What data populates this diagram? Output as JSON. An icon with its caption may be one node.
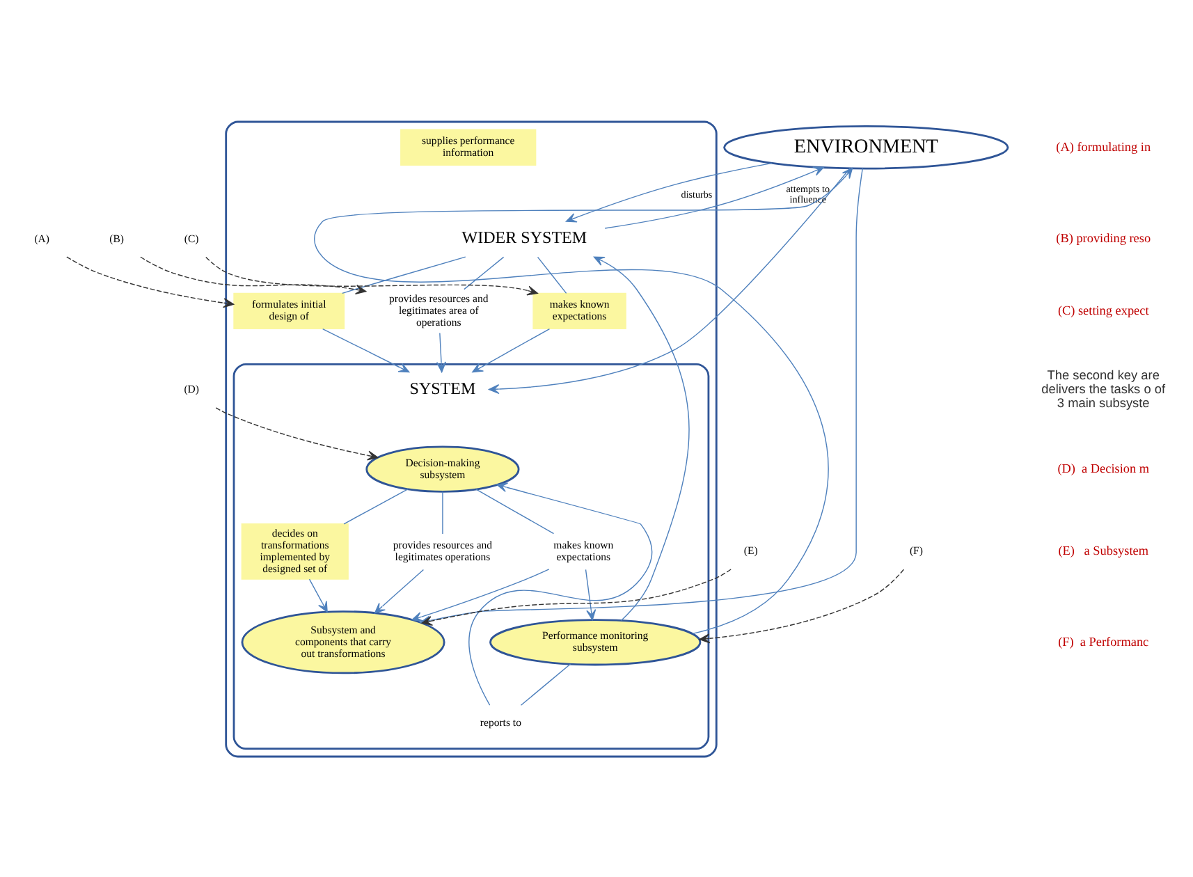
{
  "diagram": {
    "nodes": [
      {
        "text": [
          "ENVIRONMENT"
        ]
      },
      {
        "text": [
          "WIDER SYSTEM"
        ]
      },
      {
        "text": [
          "formulates initial design of"
        ],
        "in": 1
      },
      {
        "text": [
          "provides resources and legitimates area of operations"
        ],
        "in": 1
      },
      {
        "text": [
          "makes known expectations"
        ],
        "in": 1
      },
      {
        "text": [
          "supplies performance information"
        ],
        "in": 1
      },
      {
        "text": [
          "SYSTEM"
        ],
        "in": 1
      },
      {
        "text": [
          "Decision-making subsystem"
        ],
        "in": 6
      },
      {
        "text": [
          "decides on transformations implemented by designed set of"
        ],
        "in": 6
      },
      {
        "text": [
          "provides resources and legitimates operations"
        ],
        "in": 6
      },
      {
        "text": [
          "makes known expectations"
        ],
        "in": 6
      },
      {
        "text": [
          "reports to"
        ],
        "in": 6
      },
      {
        "text": [
          "Subsystem and components that carry out transformations"
        ],
        "in": 6
      },
      {
        "text": [
          "Performance monitoring subsystem"
        ],
        "in": 6
      },
      {
        "text": [
          "(A)"
        ]
      },
      {
        "text": [
          "(B)"
        ]
      },
      {
        "text": [
          "(C)"
        ]
      },
      {
        "text": [
          "(D)"
        ]
      },
      {
        "text": [
          "(E)"
        ]
      },
      {
        "text": [
          "(F)"
        ]
      }
    ],
    "edges": [
      {
        "from": 0,
        "to": 1,
        "arrow": "to",
        "label": "disturbs"
      },
      {
        "from": 0,
        "to": 6,
        "arrow": "to"
      },
      {
        "from": 0,
        "to": 12,
        "arrow": "to"
      },
      {
        "from": 1,
        "to": 0,
        "arrow": "to",
        "label": "attempts to influence"
      },
      {
        "from": 13,
        "to": 0,
        "arrow": "to"
      },
      {
        "from": 13,
        "to": 1,
        "arrow": "to"
      },
      {
        "from": 1,
        "to": 2,
        "arrow": "none"
      },
      {
        "from": 2,
        "to": 6,
        "arrow": "to"
      },
      {
        "from": 1,
        "to": 3,
        "arrow": "none"
      },
      {
        "from": 3,
        "to": 6,
        "arrow": "to"
      },
      {
        "from": 1,
        "to": 4,
        "arrow": "none"
      },
      {
        "from": 4,
        "to": 6,
        "arrow": "to"
      },
      {
        "from": 7,
        "to": 8,
        "arrow": "none"
      },
      {
        "from": 8,
        "to": 12,
        "arrow": "to"
      },
      {
        "from": 7,
        "to": 9,
        "arrow": "none"
      },
      {
        "from": 9,
        "to": 12,
        "arrow": "to"
      },
      {
        "from": 7,
        "to": 10,
        "arrow": "none"
      },
      {
        "from": 10,
        "to": 12,
        "arrow": "to"
      },
      {
        "from": 10,
        "to": 13,
        "arrow": "to"
      },
      {
        "from": 13,
        "to": 11,
        "arrow": "none"
      },
      {
        "from": 11,
        "to": 7,
        "arrow": "to"
      },
      {
        "from": 14,
        "to": 2,
        "arrow": "to",
        "style": "dashed",
        "color": "#333333"
      },
      {
        "from": 15,
        "to": 3,
        "arrow": "to",
        "style": "dashed",
        "color": "#333333"
      },
      {
        "from": 16,
        "to": 4,
        "arrow": "to",
        "style": "dashed",
        "color": "#333333"
      },
      {
        "from": 17,
        "to": 7,
        "arrow": "to",
        "style": "dashed",
        "color": "#333333"
      },
      {
        "from": 18,
        "to": 12,
        "arrow": "to",
        "style": "dashed",
        "color": "#333333"
      },
      {
        "from": 19,
        "to": 13,
        "arrow": "to",
        "style": "dashed",
        "color": "#333333"
      }
    ],
    "labels": [
      "(A) formulating in",
      "(B) providing reso",
      "(C) setting expect",
      "The second key are delivers the tasks o of 3 main subsyste",
      "(D)  a Decision m",
      "(E)   a Subsystem",
      "(F)  a Performanc"
    ]
  }
}
